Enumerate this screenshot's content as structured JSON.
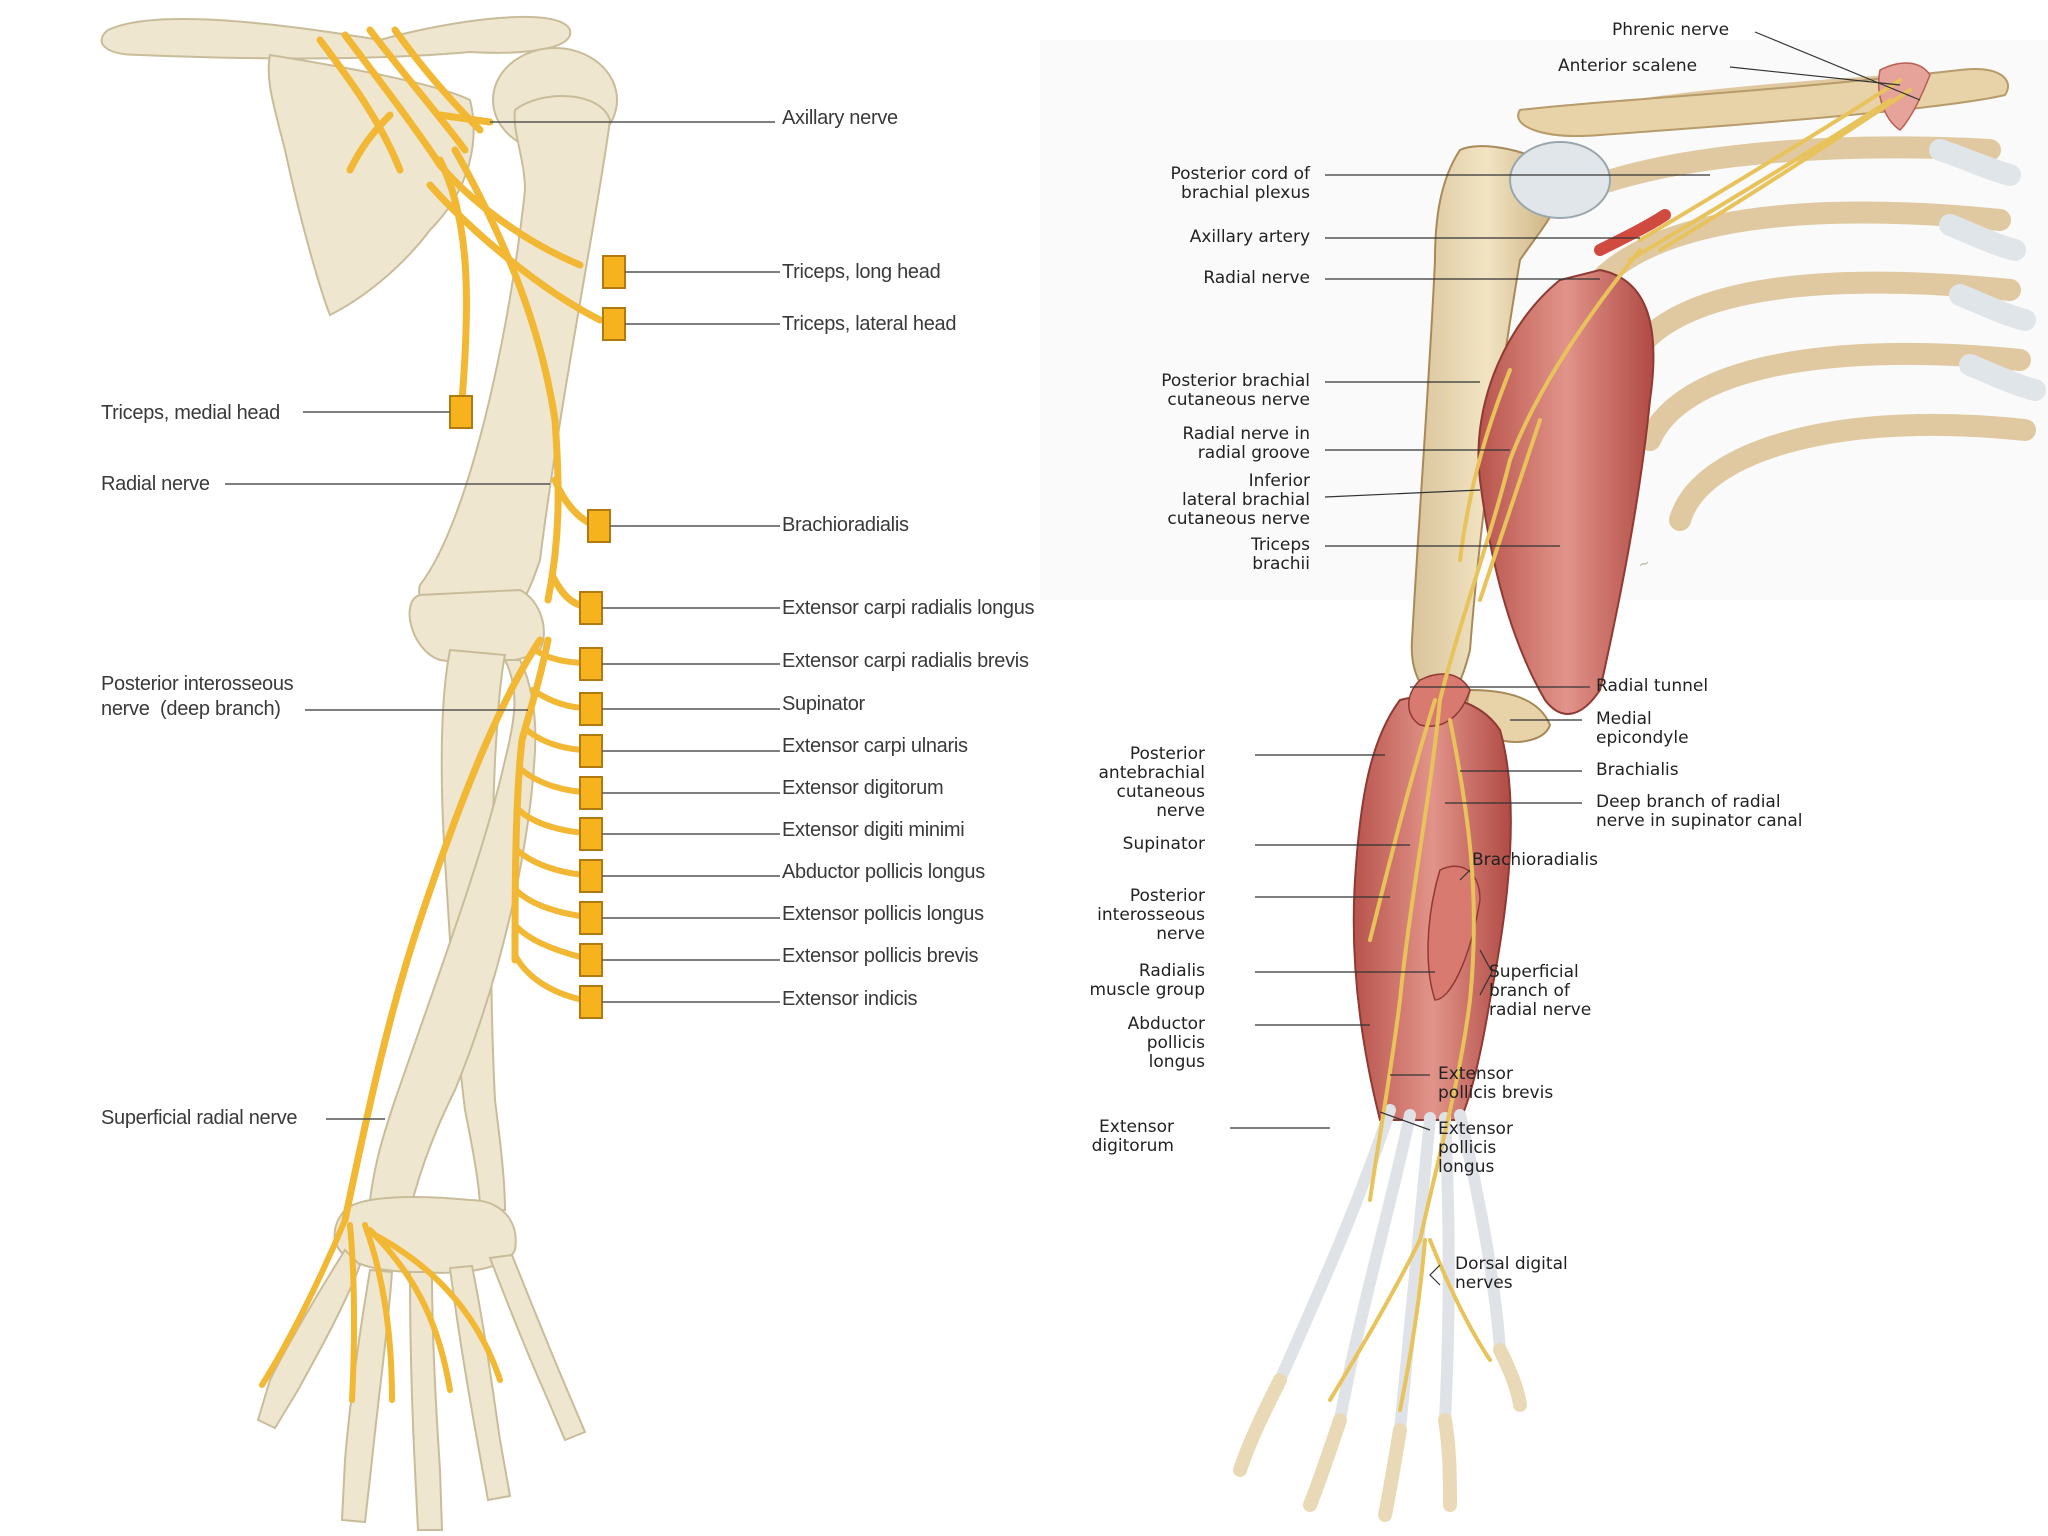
{
  "left_panel": {
    "labels": {
      "axillary": "Axillary nerve",
      "triceps_long": "Triceps, long head",
      "triceps_lateral": "Triceps, lateral head",
      "triceps_medial": "Triceps, medial head",
      "radial": "Radial nerve",
      "brachioradialis": "Brachioradialis",
      "ecrl": "Extensor carpi radialis longus",
      "ecrb": "Extensor carpi radialis brevis",
      "pin_1": "Posterior interosseous",
      "pin_2": "nerve  (deep branch)",
      "supinator": "Supinator",
      "ecu": "Extensor carpi ulnaris",
      "ed": "Extensor digitorum",
      "edm": "Extensor digiti minimi",
      "apl": "Abductor pollicis longus",
      "epl": "Extensor pollicis longus",
      "epb": "Extensor pollicis brevis",
      "ei": "Extensor indicis",
      "superficial": "Superficial radial nerve"
    }
  },
  "right_panel": {
    "labels": {
      "phrenic": "Phrenic nerve",
      "ant_scalene": "Anterior scalene",
      "post_cord": "Posterior cord of\nbrachial plexus",
      "axillary_artery": "Axillary artery",
      "radial": "Radial nerve",
      "pbcn": "Posterior brachial\ncutaneous nerve",
      "radial_groove": "Radial nerve in\nradial groove",
      "ilbcn": "Inferior\nlateral brachial\ncutaneous nerve",
      "triceps": "Triceps\nbrachii",
      "radial_tunnel": "Radial tunnel",
      "medial_epi": "Medial\nepicondyle",
      "brachialis": "Brachialis",
      "deep_branch": "Deep branch of radial\nnerve in supinator canal",
      "pacn": "Posterior\nantebrachial\ncutaneous\nnerve",
      "supinator": "Supinator",
      "brachioradialis": "Brachioradialis",
      "pin": "Posterior\ninterosseous\nnerve",
      "radialis_group": "Radialis\nmuscle group",
      "superficial": "Superficial\nbranch of\nradial nerve",
      "apl": "Abductor\npollicis\nlongus",
      "epb": "Extensor\npollicis brevis",
      "ed": "Extensor\ndigitorum",
      "epl": "Extensor\npollicis\nlongus",
      "dorsal_digital": "Dorsal digital\nnerves"
    }
  },
  "colors": {
    "bone": "#efe6cf",
    "bone_edge": "#c9bc9a",
    "nerve": "#f2b733",
    "nerve_dark": "#d99a16",
    "muscle_box": "#f7b31d",
    "muscle_box_edge": "#b07a10",
    "leader": "#555555",
    "muscle_red": "#c9645a",
    "tendon": "#dfe3e8",
    "nerve_right": "#e8c25a"
  }
}
